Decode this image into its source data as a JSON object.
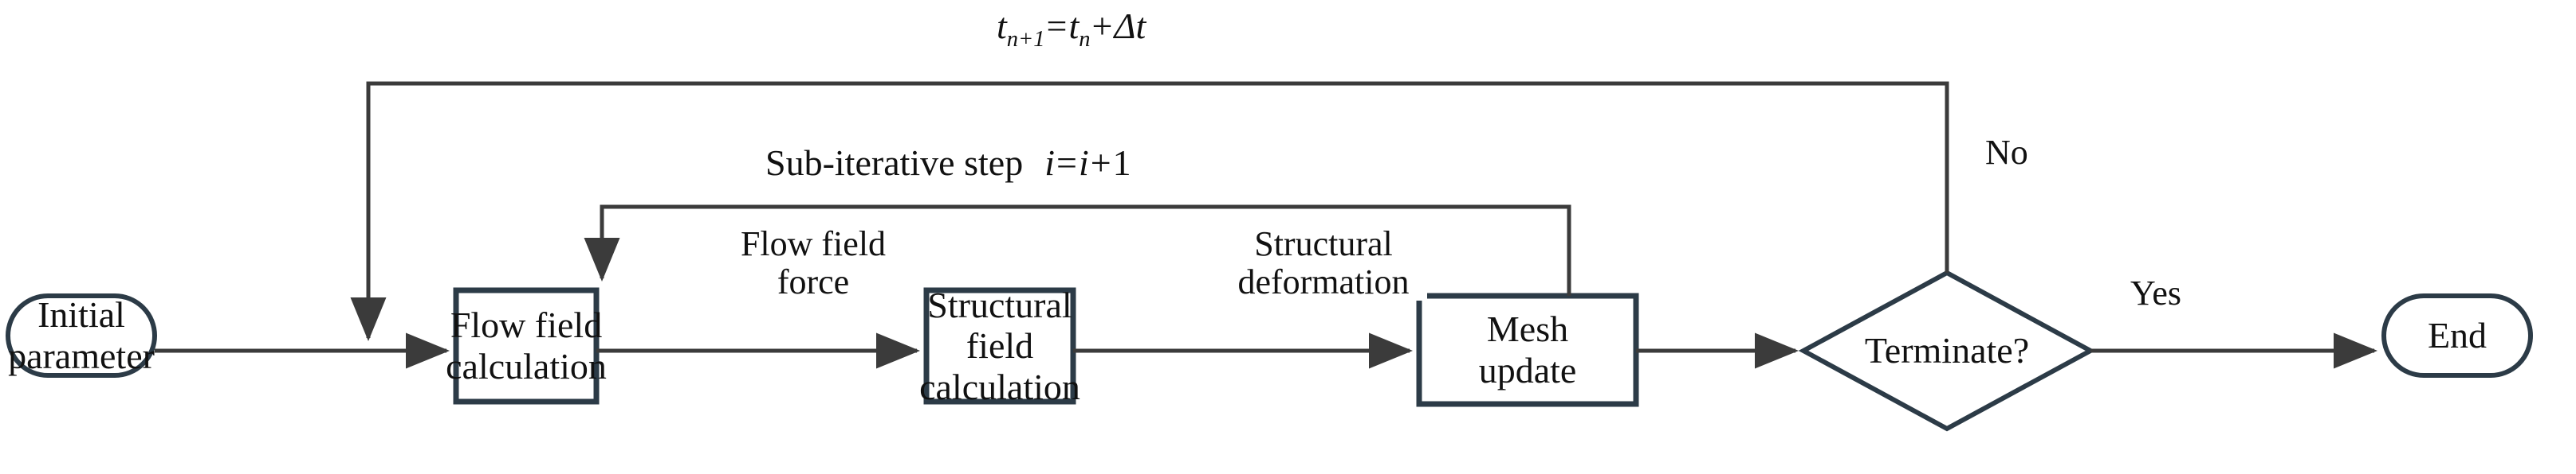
{
  "diagram": {
    "title": "Fluid-structure interaction solution flowchart",
    "type": "flowchart",
    "colors": {
      "node_stroke": "#2c3b47",
      "edge_stroke": "#3b3b3b",
      "text": "#111111",
      "background": "#ffffff"
    },
    "nodes": [
      {
        "id": "initial",
        "shape": "stadium",
        "label": "Initial\nparameter"
      },
      {
        "id": "flow",
        "shape": "rectangle",
        "label": "Flow field\ncalculation"
      },
      {
        "id": "struct",
        "shape": "rectangle",
        "label": "Structural\nfield\ncalculation"
      },
      {
        "id": "mesh",
        "shape": "rectangle",
        "label": "Mesh\nupdate"
      },
      {
        "id": "terminate",
        "shape": "diamond",
        "label": "Terminate?"
      },
      {
        "id": "end",
        "shape": "stadium",
        "label": "End"
      }
    ],
    "edge_labels": {
      "flow_force": "Flow field\nforce",
      "structural_deformation": "Structural\ndeformation",
      "decision_no": "No",
      "decision_yes": "Yes"
    },
    "annotations": {
      "time_step": {
        "text": "t_{n+1} = t_n + Δt",
        "parts": {
          "lhs_base": "t",
          "lhs_sub": "n+1",
          "eq": "=",
          "rhs_base": "t",
          "rhs_sub": "n",
          "plus": "+",
          "delta": "Δt"
        }
      },
      "sub_iterative": {
        "prefix": "Sub-iterative step",
        "text": "i = i + 1",
        "parts": {
          "lhs": "i",
          "eq": "=",
          "rhs": "i",
          "plus": "+",
          "one": "1"
        }
      }
    },
    "edges": [
      {
        "from": "initial",
        "to": "flow",
        "label": ""
      },
      {
        "from": "flow",
        "to": "struct",
        "label": "Flow field force"
      },
      {
        "from": "struct",
        "to": "mesh",
        "label": "Structural deformation"
      },
      {
        "from": "mesh",
        "to": "terminate",
        "label": ""
      },
      {
        "from": "terminate",
        "to": "end",
        "label": "Yes"
      },
      {
        "from": "terminate",
        "to": "flow",
        "label": "No"
      },
      {
        "from": "mesh",
        "to": "flow",
        "label": "Sub-iterative step i = i + 1"
      }
    ]
  }
}
